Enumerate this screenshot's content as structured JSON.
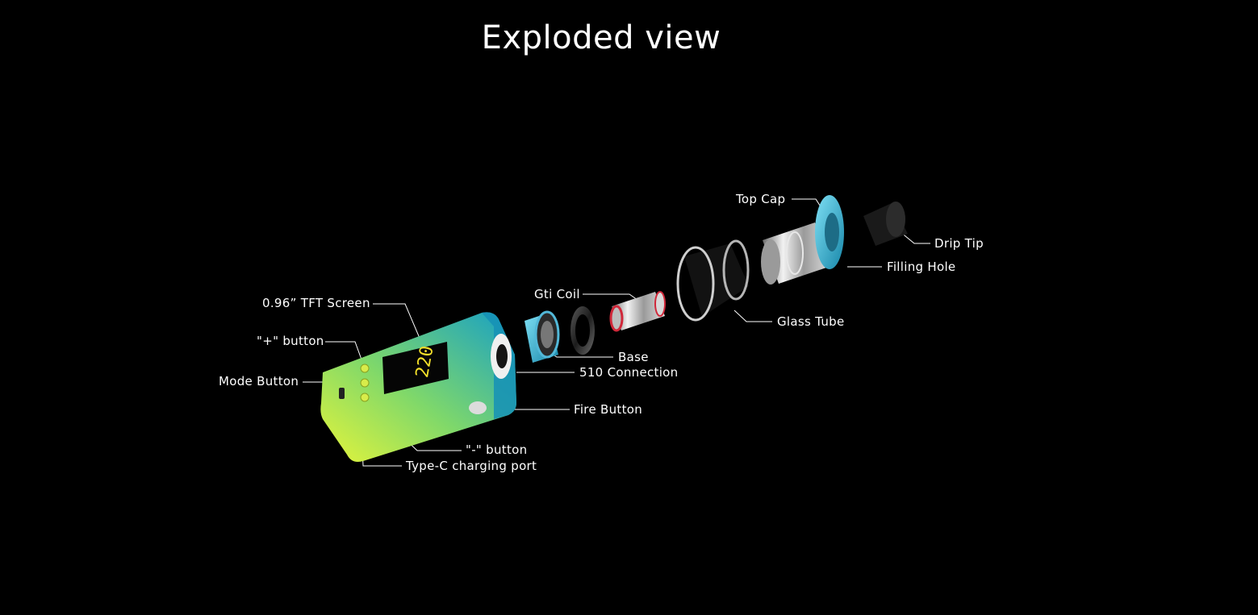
{
  "title": "Exploded view",
  "labels": {
    "top_cap": "Top Cap",
    "drip_tip": "Drip Tip",
    "filling_hole": "Filling Hole",
    "glass_tube": "Glass Tube",
    "gti_coil": "Gti Coil",
    "base": "Base",
    "connection_510": "510 Connection",
    "fire_button": "Fire Button",
    "tft_screen": "0.96” TFT Screen",
    "plus_button": "\"+\" button",
    "mode_button": "Mode Button",
    "minus_button": "\"-\" button",
    "type_c_port": "Type-C charging port"
  },
  "screen_readout": "220",
  "colors": {
    "background": "#000000",
    "device_gradient_start": "#d8f03a",
    "device_gradient_end": "#1aa6c8",
    "accent_blue": "#2eb4d6",
    "coil_ring": "#d0283a"
  }
}
